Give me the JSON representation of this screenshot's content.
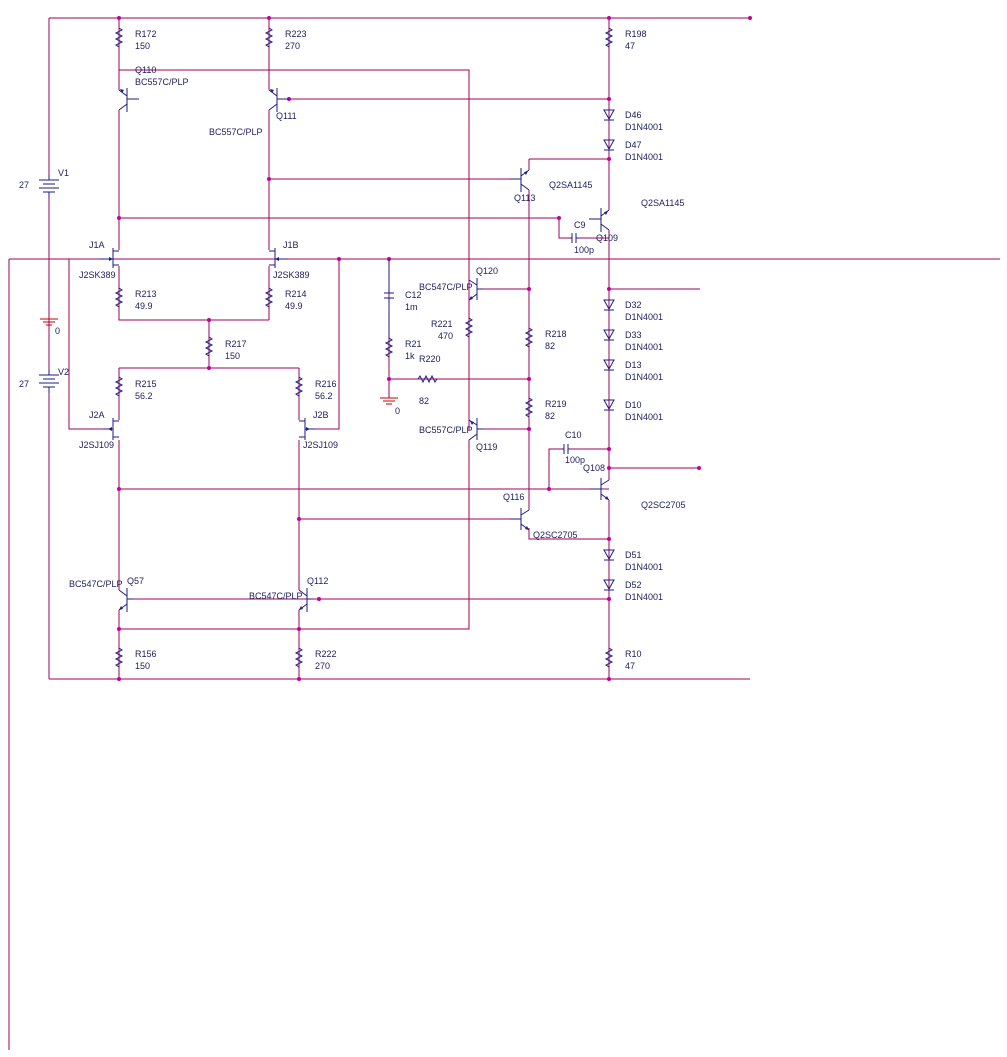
{
  "resistors": [
    {
      "ref": "R172",
      "value": "150"
    },
    {
      "ref": "R223",
      "value": "270"
    },
    {
      "ref": "R198",
      "value": "47"
    },
    {
      "ref": "R213",
      "value": "49.9"
    },
    {
      "ref": "R214",
      "value": "49.9"
    },
    {
      "ref": "R217",
      "value": "150"
    },
    {
      "ref": "R215",
      "value": "56.2"
    },
    {
      "ref": "R216",
      "value": "56.2"
    },
    {
      "ref": "R221",
      "value": "470"
    },
    {
      "ref": "R21",
      "value": "1k"
    },
    {
      "ref": "R220",
      "value": "82"
    },
    {
      "ref": "R218",
      "value": "82"
    },
    {
      "ref": "R219",
      "value": "82"
    },
    {
      "ref": "R156",
      "value": "150"
    },
    {
      "ref": "R222",
      "value": "270"
    },
    {
      "ref": "R10",
      "value": "47"
    }
  ],
  "transistors": [
    {
      "ref": "Q110",
      "model": "BC557C/PLP"
    },
    {
      "ref": "Q111",
      "model": "BC557C/PLP"
    },
    {
      "ref": "Q113",
      "model": "Q2SA1145"
    },
    {
      "ref": "Q109",
      "model": "Q2SA1145"
    },
    {
      "ref": "Q120",
      "model": "BC547C/PLP"
    },
    {
      "ref": "Q119",
      "model": "BC557C/PLP"
    },
    {
      "ref": "Q116",
      "model": "Q2SC2705"
    },
    {
      "ref": "Q108",
      "model": "Q2SC2705"
    },
    {
      "ref": "Q57",
      "model": "BC547C/PLP"
    },
    {
      "ref": "Q112",
      "model": "BC547C/PLP"
    }
  ],
  "jfets": [
    {
      "ref": "J1A",
      "model": "J2SK389"
    },
    {
      "ref": "J1B",
      "model": "J2SK389"
    },
    {
      "ref": "J2A",
      "model": "J2SJ109"
    },
    {
      "ref": "J2B",
      "model": "J2SJ109"
    }
  ],
  "diodes": [
    {
      "ref": "D46",
      "model": "D1N4001"
    },
    {
      "ref": "D47",
      "model": "D1N4001"
    },
    {
      "ref": "D32",
      "model": "D1N4001"
    },
    {
      "ref": "D33",
      "model": "D1N4001"
    },
    {
      "ref": "D13",
      "model": "D1N4001"
    },
    {
      "ref": "D10",
      "model": "D1N4001"
    },
    {
      "ref": "D51",
      "model": "D1N4001"
    },
    {
      "ref": "D52",
      "model": "D1N4001"
    }
  ],
  "capacitors": [
    {
      "ref": "C9",
      "value": "100p"
    },
    {
      "ref": "C12",
      "value": "1m"
    },
    {
      "ref": "C10",
      "value": "100p"
    }
  ],
  "sources": [
    {
      "ref": "V1",
      "value": "27"
    },
    {
      "ref": "V2",
      "value": "27"
    }
  ],
  "grounds": [
    "0",
    "0"
  ],
  "colors": {
    "wire": "#a0005a",
    "component": "#1b1b8a",
    "node": "#c000a0",
    "ground": "#c00000"
  }
}
